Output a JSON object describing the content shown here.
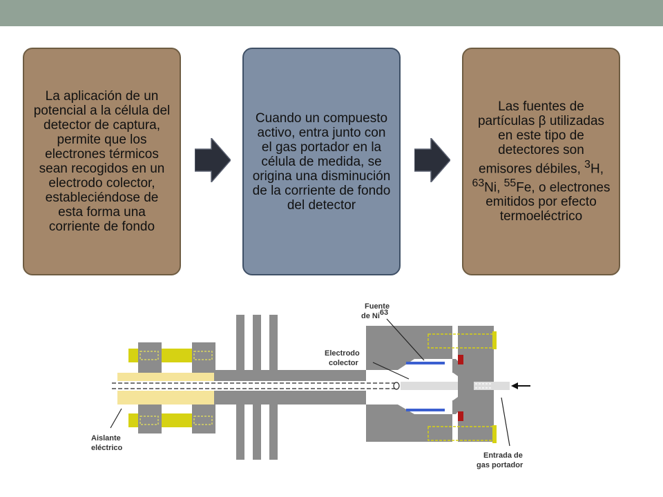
{
  "colors": {
    "top_bar": "#91a296",
    "box_brown": "#a4876a",
    "box_blue": "#7f8fa5",
    "box_border": "#6e5c42",
    "box2_border": "#3f5066",
    "arrow": "#2b2f3a",
    "metal": "#8c8c8c",
    "yellow": "#d6d213",
    "insulator": "#f5e49a",
    "source": "#3b5fd0",
    "seal": "#b01717"
  },
  "boxes": [
    {
      "text": "La aplicación de un potencial a la célula del detector de captura, permite que los electrones térmicos sean recogidos en un electrodo colector, estableciéndose de esta forma una corriente de fondo"
    },
    {
      "text": "Cuando un compuesto activo, entra junto con el gas portador en la célula de medida, se origina una disminución de la corriente de fondo del detector"
    },
    {
      "pre": "Las fuentes de partículas β utilizadas en este tipo de detectores son emisores débiles, ",
      "sup1": "3",
      "t1": "H, ",
      "sup2": "63",
      "t2": "Ni, ",
      "sup3": "55",
      "t3": "Fe, o electrones emitidos por efecto termoeléctrico"
    }
  ],
  "arrows": [
    "arrow-right-icon",
    "arrow-right-icon"
  ],
  "diagram": {
    "labels": {
      "fuente_line1": "Fuente",
      "fuente_line2": "de Ni",
      "fuente_sup": "63",
      "electrodo_line1": "Electrodo",
      "electrodo_line2": "colector",
      "aislante_line1": "Aislante",
      "aislante_line2": "eléctrico",
      "entrada_line1": "Entrada de",
      "entrada_line2": "gas portador"
    }
  }
}
